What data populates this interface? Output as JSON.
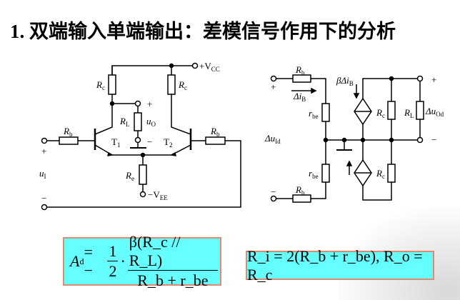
{
  "title": "1. 双端输入单端输出：差模信号作用下的分析",
  "left_circuit": {
    "vcc": "+V",
    "vcc_sub": "CC",
    "vee": "−V",
    "vee_sub": "EE",
    "rc": "R",
    "rc_sub": "c",
    "rl": "R",
    "rl_sub": "L",
    "re": "R",
    "re_sub": "e",
    "rb": "R",
    "rb_sub": "b",
    "t1": "T",
    "t1_sub": "1",
    "t2": "T",
    "t2_sub": "2",
    "uo": "u",
    "uo_sub": "O",
    "ui": "u",
    "ui_sub": "I",
    "plus": "+",
    "minus": "−"
  },
  "right_circuit": {
    "rb": "R",
    "rb_sub": "b",
    "rbe": "r",
    "rbe_sub": "be",
    "rc": "R",
    "rc_sub": "c",
    "rl": "R",
    "rl_sub": "L",
    "dib": "Δi",
    "dib_sub": "B",
    "bdib": "βΔi",
    "bdib_sub": "B",
    "duid": "Δu",
    "duid_sub": "Id",
    "duod": "Δu",
    "duod_sub": "Od",
    "plus": "+",
    "minus": "−"
  },
  "formulas": {
    "ad_lhs": "A",
    "ad_sub": "d",
    "ad_eq": " = −",
    "half_num": "1",
    "half_den": "2",
    "ad_num": "β(R_c // R_L)",
    "ad_den": "R_b + r_be",
    "ri_ro": "R_i = 2(R_b + r_be),  R_o = R_c"
  }
}
